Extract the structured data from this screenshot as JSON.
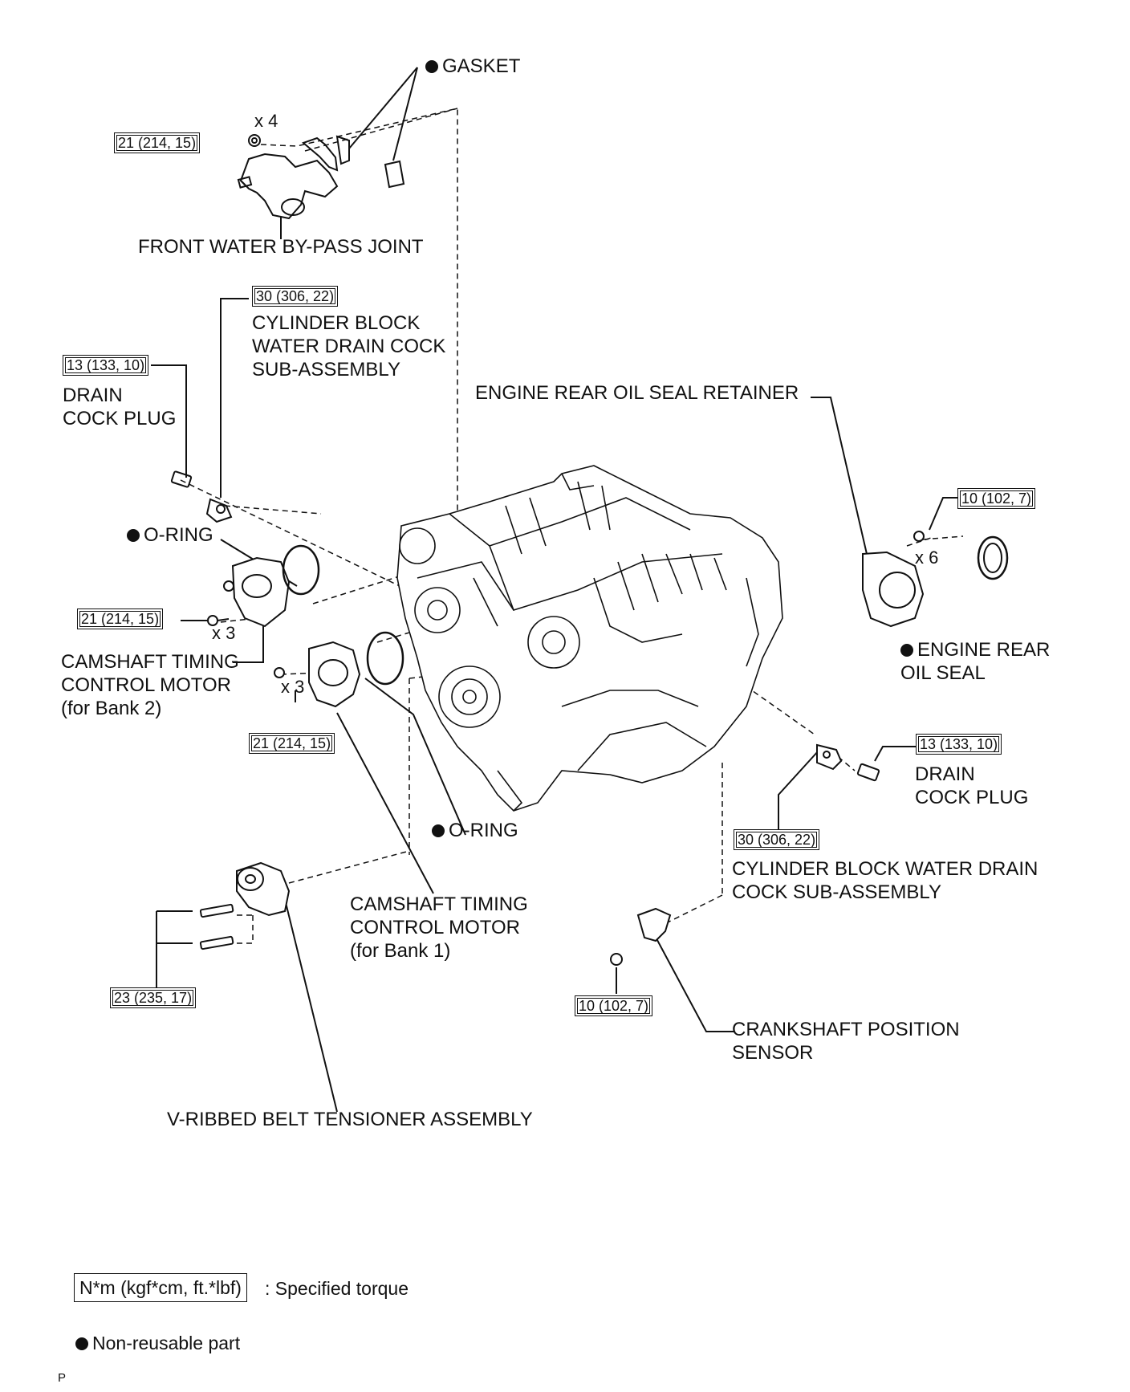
{
  "labels": {
    "gasket": "GASKET",
    "front_water_bypass_joint": "FRONT WATER BY-PASS JOINT",
    "cyl_block_drain_cock_top": "CYLINDER BLOCK\nWATER DRAIN COCK\nSUB-ASSEMBLY",
    "drain_cock_plug_left": "DRAIN\nCOCK PLUG",
    "engine_rear_oil_seal_retainer": "ENGINE REAR OIL SEAL RETAINER",
    "oring_upper": "O-RING",
    "engine_rear_oil_seal": "ENGINE REAR\nOIL SEAL",
    "camshaft_motor_bank2": "CAMSHAFT TIMING\nCONTROL MOTOR\n(for Bank 2)",
    "oring_lower": "O-RING",
    "drain_cock_plug_right": "DRAIN\nCOCK PLUG",
    "cyl_block_drain_cock_right": "CYLINDER BLOCK WATER DRAIN\nCOCK SUB-ASSEMBLY",
    "camshaft_motor_bank1": "CAMSHAFT TIMING\nCONTROL MOTOR\n(for Bank 1)",
    "crankshaft_position_sensor": "CRANKSHAFT POSITION\nSENSOR",
    "v_ribbed_belt_tensioner": "V-RIBBED BELT TENSIONER ASSEMBLY"
  },
  "torques": {
    "front_bypass_nuts": "21 (214, 15)",
    "drain_cock_top": "30 (306, 22)",
    "drain_plug_left": "13 (133, 10)",
    "rear_retainer_bolts": "10 (102, 7)",
    "bank2_motor_bolts": "21 (214, 15)",
    "bank1_motor_bolts": "21 (214, 15)",
    "drain_plug_right": "13 (133, 10)",
    "drain_cock_right": "30 (306, 22)",
    "tensioner_bolts": "23 (235, 17)",
    "crank_sensor_bolt": "10 (102, 7)"
  },
  "quantities": {
    "bypass_nuts": "x 4",
    "retainer_bolts": "x 6",
    "bank2_bolts": "x 3",
    "bank1_bolts": "x 3"
  },
  "legend": {
    "torque_unit": "N*m (kgf*cm, ft.*lbf)",
    "torque_desc": ": Specified torque",
    "nonreusable_desc": "Non-reusable part"
  },
  "page_code": "P"
}
